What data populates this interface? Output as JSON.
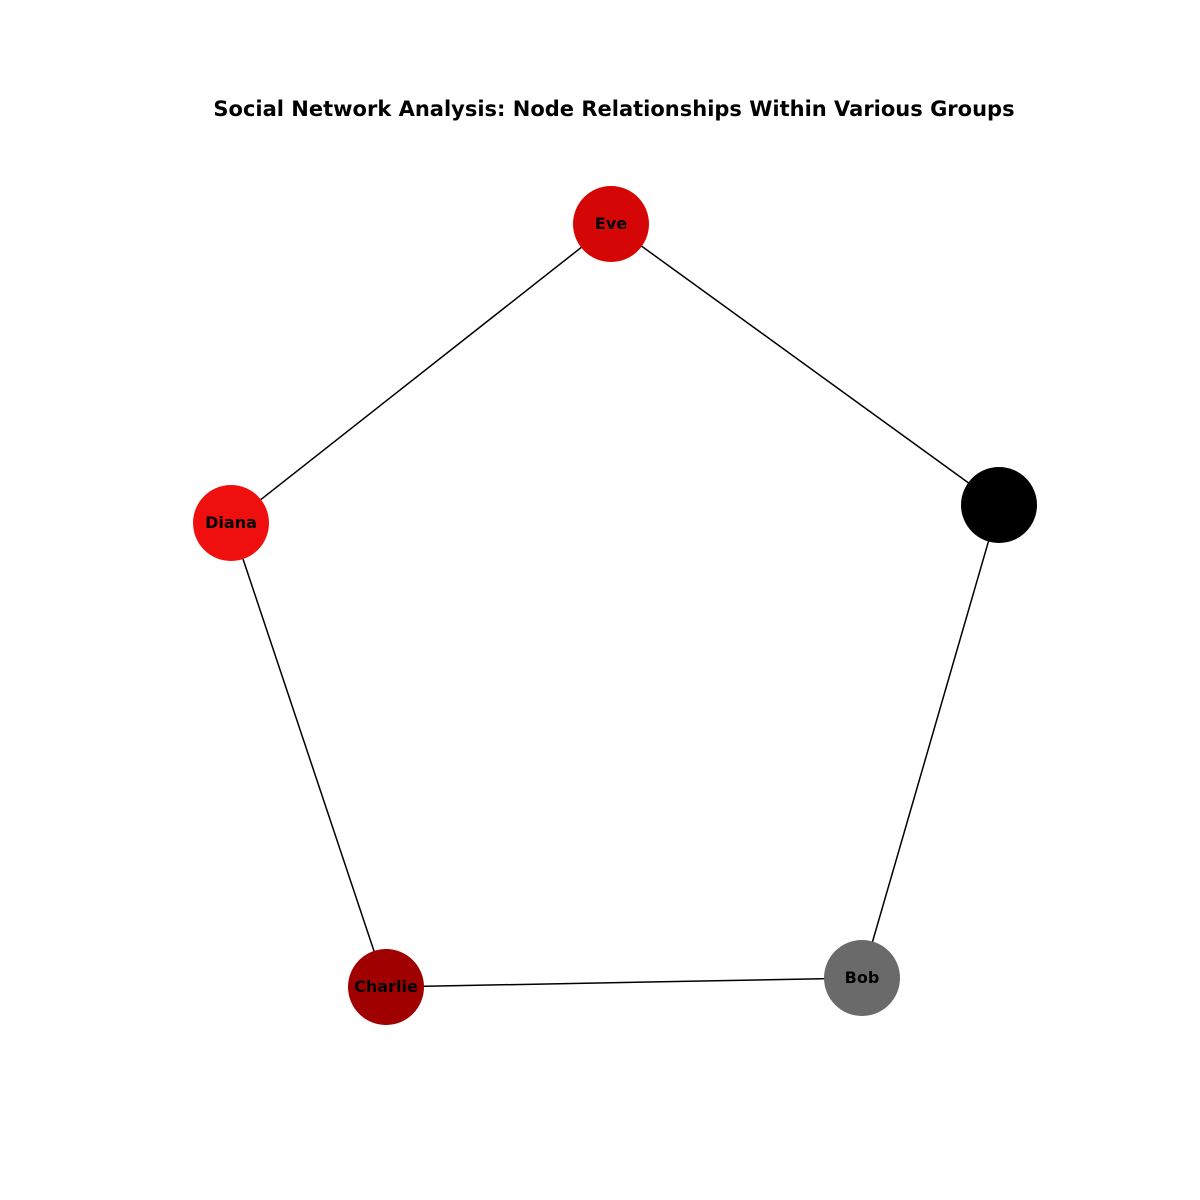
{
  "diagram": {
    "title": "Social Network Analysis: Node Relationships Within Various Groups",
    "nodes": [
      {
        "id": "eve",
        "label": "Eve",
        "color": "#d50606"
      },
      {
        "id": "unlabeled",
        "label": "",
        "color": "#000000"
      },
      {
        "id": "bob",
        "label": "Bob",
        "color": "#6a6a6a"
      },
      {
        "id": "charlie",
        "label": "Charlie",
        "color": "#a00000"
      },
      {
        "id": "diana",
        "label": "Diana",
        "color": "#f00f0f"
      }
    ],
    "edges": [
      {
        "source": "eve",
        "target": "unlabeled"
      },
      {
        "source": "unlabeled",
        "target": "bob"
      },
      {
        "source": "bob",
        "target": "charlie"
      },
      {
        "source": "charlie",
        "target": "diana"
      },
      {
        "source": "diana",
        "target": "eve"
      }
    ]
  }
}
